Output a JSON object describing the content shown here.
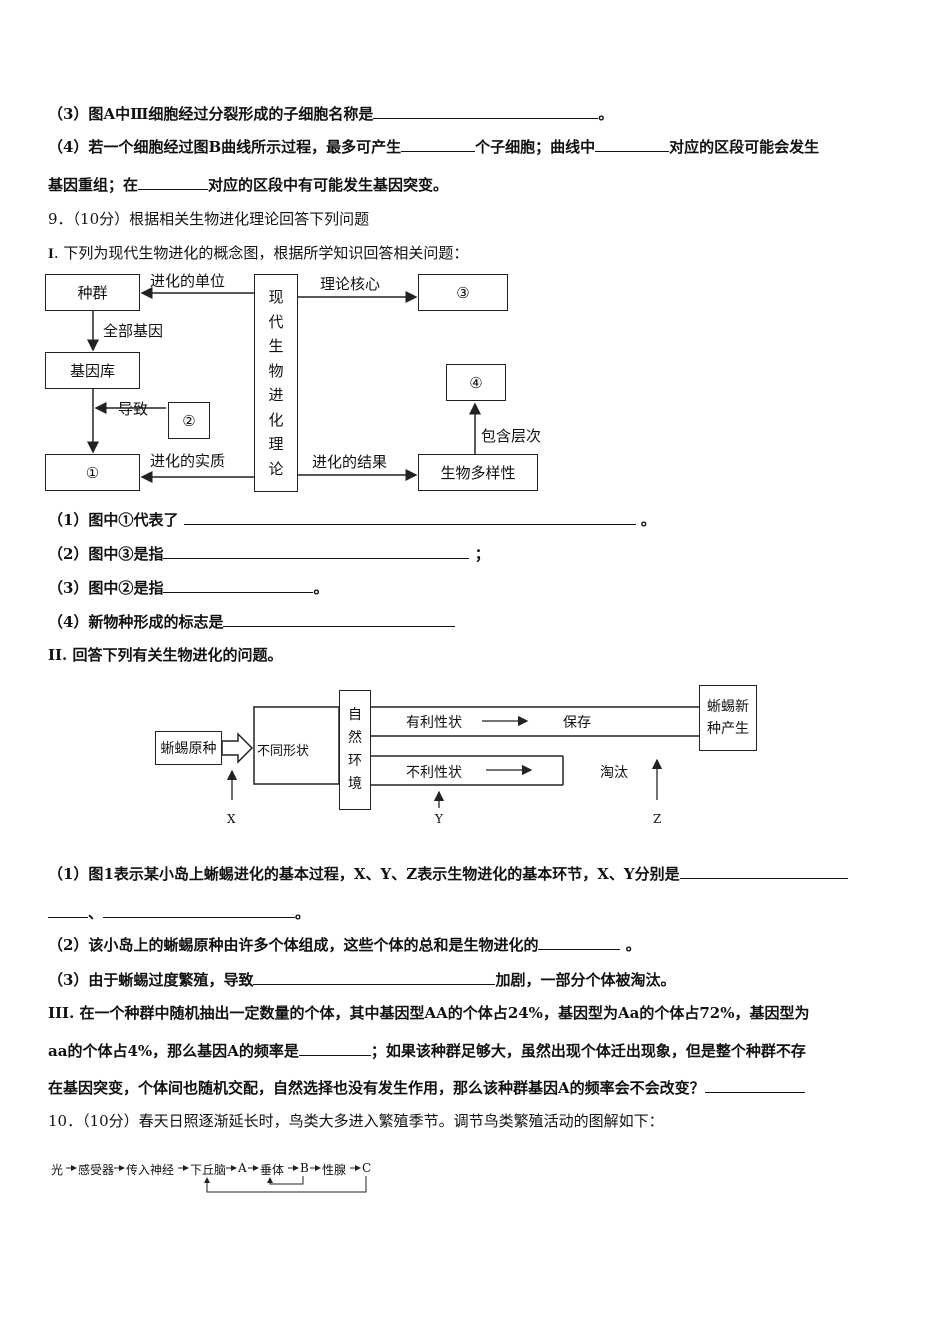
{
  "q8": {
    "item3_a": "（3）图",
    "item3_b": "A",
    "item3_c": "中Ⅲ细胞经过分裂形成的子细胞名称是",
    "item3_end": "。",
    "item4_a": "（4）若一个细胞经过图",
    "item4_b": "B",
    "item4_c": "曲线所示过程，最多可产生",
    "item4_d": "个子细胞；曲线中",
    "item4_e": "对应的区段可能会发生",
    "item4_line2_a": "基因重组；在",
    "item4_line2_b": "对应的区段中有可能发生基因突变。"
  },
  "q9": {
    "header": "9．（10分）根据相关生物进化理论回答下列问题",
    "partI": "I",
    "partI_text": ". 下列为现代生物进化的概念图，根据所学知识回答相关问题：",
    "diagram1": {
      "box_population": "种群",
      "box_genepool": "基因库",
      "box_1": "①",
      "box_2": "②",
      "box_3": "③",
      "box_4": "④",
      "box_diversity": "生物多样性",
      "center": [
        "现",
        "代",
        "生",
        "物",
        "进",
        "化",
        "理",
        "论"
      ],
      "label_unit": "进化的单位",
      "label_allgenes": "全部基因",
      "label_lead": "导致",
      "label_essence": "进化的实质",
      "label_core": "理论核心",
      "label_result": "进化的结果",
      "label_levels": "包含层次"
    },
    "I1_a": "（1）图中①代表了",
    "I1_end": "。",
    "I2_a": "（2）图中③是指",
    "I2_end": "；",
    "I3_a": "（3）图中②是指",
    "I3_end": "。",
    "I4_a": "（4）新物种形成的标志是",
    "partII": "II",
    "partII_text": ". 回答下列有关生物进化的问题。",
    "diagram2": {
      "box_original": "蜥蜴原种",
      "box_traits": "不同形状",
      "box_env": [
        "自",
        "然",
        "环",
        "境"
      ],
      "favorable": "有利性状",
      "keep": "保存",
      "unfavorable": "不利性状",
      "eliminate": "淘汰",
      "box_new": [
        "蜥蜴新",
        "种产生"
      ],
      "x": "X",
      "y": "Y",
      "z": "Z"
    },
    "II1_a": "（1）图",
    "II1_b": "1",
    "II1_c": "表示某小岛上蜥蜴进化的基本过程，",
    "II1_d": "X、Y、Z",
    "II1_e": "表示生物进化的基本环节，",
    "II1_f": "X、Y",
    "II1_g": "分别是",
    "II1_line2_sep": "、",
    "II1_line2_end": "。",
    "II2_a": "（2）该小岛上的蜥蜴原种由许多个体组成，这些个体的总和是生物进化的",
    "II2_end": "。",
    "II3_a": "（3）由于蜥蜴过度繁殖，导致",
    "II3_b": "加剧，一部分个体被淘汰。",
    "partIII": "III",
    "III_l1_a": ". 在一个种群中随机抽出一定数量的个体，其中基因型",
    "III_l1_b": "AA",
    "III_l1_c": "的个体占",
    "III_l1_d": "24%",
    "III_l1_e": "，基因型为",
    "III_l1_f": "Aa",
    "III_l1_g": "的个体占",
    "III_l1_h": "72%",
    "III_l1_i": "，基因型为",
    "III_l2_a": "aa",
    "III_l2_b": "的个体占",
    "III_l2_c": "4%",
    "III_l2_d": "，那么基因",
    "III_l2_e": "A",
    "III_l2_f": "的频率是",
    "III_l2_g": "；如果该种群足够大，虽然出现个体迁出现象，但是整个种群不存",
    "III_l3_a": "在基因突变，个体间也随机交配，自然选择也没有发生作用，那么该种群基因",
    "III_l3_b": "A",
    "III_l3_c": "的频率会不会改变？"
  },
  "q10": {
    "header": "10．（10分）春天日照逐渐延长时，鸟类大多进入繁殖季节。调节鸟类繁殖活动的图解如下：",
    "flow": [
      "光",
      "感受器",
      "传入神经",
      "下丘脑",
      "A",
      "垂体",
      "B",
      "性腺",
      "C"
    ]
  }
}
